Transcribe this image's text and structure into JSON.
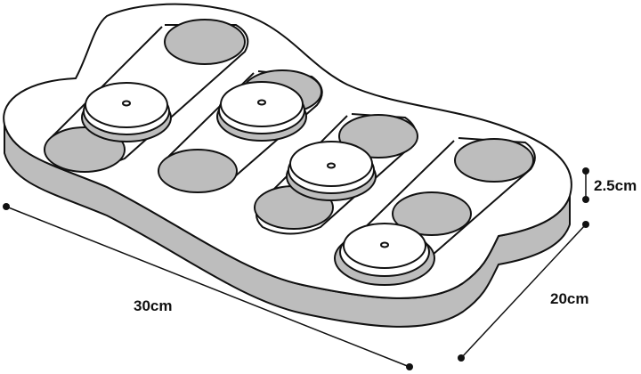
{
  "dimensions": {
    "length": "30cm",
    "width": "20cm",
    "height": "2.5cm"
  },
  "board": {
    "tracks": 4,
    "holes_per_track": 2,
    "discs": 4,
    "hole_fill": "#bdbdbd",
    "side_fill": "#bdbdbd",
    "top_fill": "#ffffff",
    "outline": "#111111"
  }
}
